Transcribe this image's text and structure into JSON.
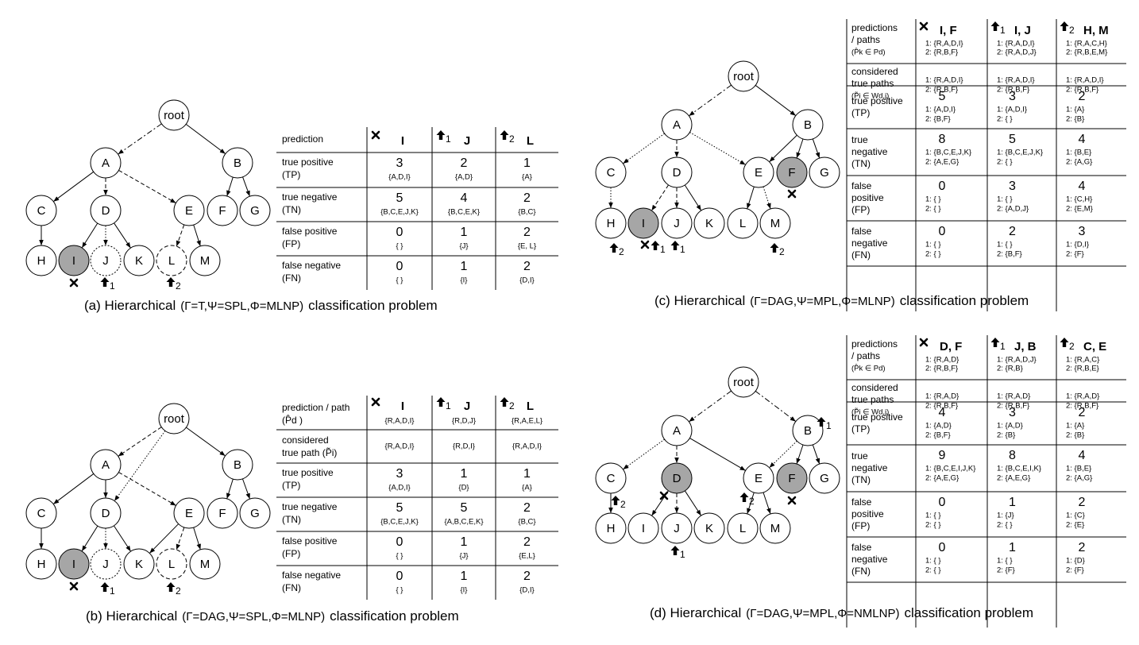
{
  "panel_a": {
    "caption": {
      "prefix": "(a) Hierarchical",
      "formula": "(Γ=T,Ψ=SPL,Φ=MLNP)",
      "suffix": "classification problem"
    },
    "nodes": {
      "root": "root",
      "A": "A",
      "B": "B",
      "C": "C",
      "D": "D",
      "E": "E",
      "F": "F",
      "G": "G",
      "H": "H",
      "I": "I",
      "J": "J",
      "K": "K",
      "L": "L",
      "M": "M"
    },
    "table": {
      "header_label": "prediction",
      "columns": [
        {
          "mark": "✖",
          "sub": "",
          "name": "I"
        },
        {
          "mark": "🠉",
          "sub": "1",
          "name": "J"
        },
        {
          "mark": "🠉",
          "sub": "2",
          "name": "L"
        }
      ],
      "rows": [
        {
          "label1": "true positive",
          "label2": "(TP)",
          "cells": [
            {
              "n": "3",
              "s": "{A,D,I}"
            },
            {
              "n": "2",
              "s": "{A,D}"
            },
            {
              "n": "1",
              "s": "{A}"
            }
          ]
        },
        {
          "label1": "true negative",
          "label2": "(TN)",
          "cells": [
            {
              "n": "5",
              "s": "{B,C,E,J,K}"
            },
            {
              "n": "4",
              "s": "{B,C,E,K}"
            },
            {
              "n": "2",
              "s": "{B,C}"
            }
          ]
        },
        {
          "label1": "false positive",
          "label2": "(FP)",
          "cells": [
            {
              "n": "0",
              "s": "{ }"
            },
            {
              "n": "1",
              "s": "{J}"
            },
            {
              "n": "2",
              "s": "{E, L}"
            }
          ]
        },
        {
          "label1": "false negative",
          "label2": "(FN)",
          "cells": [
            {
              "n": "0",
              "s": "{ }"
            },
            {
              "n": "1",
              "s": "{I}"
            },
            {
              "n": "2",
              "s": "{D,I}"
            }
          ]
        }
      ]
    }
  },
  "panel_b": {
    "caption": {
      "prefix": "(b) Hierarchical",
      "formula": "(Γ=DAG,Ψ=SPL,Φ=MLNP)",
      "suffix": "classification problem"
    },
    "nodes": {
      "root": "root",
      "A": "A",
      "B": "B",
      "C": "C",
      "D": "D",
      "E": "E",
      "F": "F",
      "G": "G",
      "H": "H",
      "I": "I",
      "J": "J",
      "K": "K",
      "L": "L",
      "M": "M"
    },
    "table": {
      "header_label1": "prediction / path",
      "header_label2": "(P̂d )",
      "columns": [
        {
          "mark": "✖",
          "sub": "",
          "name": "I",
          "path": "{R,A,D,I}"
        },
        {
          "mark": "🠉",
          "sub": "1",
          "name": "J",
          "path": "{R,D,J}"
        },
        {
          "mark": "🠉",
          "sub": "2",
          "name": "L",
          "path": "{R,A,E,L}"
        }
      ],
      "considered": {
        "label1": "considered",
        "label2": "true path (P̃i)",
        "cells": [
          "{R,A,D,I}",
          "{R,D,I}",
          "{R,A,D,I}"
        ]
      },
      "rows": [
        {
          "label1": "true positive",
          "label2": "(TP)",
          "cells": [
            {
              "n": "3",
              "s": "{A,D,I}"
            },
            {
              "n": "1",
              "s": "{D}"
            },
            {
              "n": "1",
              "s": "{A}"
            }
          ]
        },
        {
          "label1": "true negative",
          "label2": "(TN)",
          "cells": [
            {
              "n": "5",
              "s": "{B,C,E,J,K}"
            },
            {
              "n": "5",
              "s": "{A,B,C,E,K}"
            },
            {
              "n": "2",
              "s": "{B,C}"
            }
          ]
        },
        {
          "label1": "false positive",
          "label2": "(FP)",
          "cells": [
            {
              "n": "0",
              "s": "{ }"
            },
            {
              "n": "1",
              "s": "{J}"
            },
            {
              "n": "2",
              "s": "{E,L}"
            }
          ]
        },
        {
          "label1": "false negative",
          "label2": "(FN)",
          "cells": [
            {
              "n": "0",
              "s": "{ }"
            },
            {
              "n": "1",
              "s": "{I}"
            },
            {
              "n": "2",
              "s": "{D,I}"
            }
          ]
        }
      ]
    }
  },
  "panel_c": {
    "caption": {
      "prefix": "(c) Hierarchical",
      "formula": "(Γ=DAG,Ψ=MPL,Φ=MLNP)",
      "suffix": "classification problem"
    },
    "nodes": {
      "root": "root",
      "A": "A",
      "B": "B",
      "C": "C",
      "D": "D",
      "E": "E",
      "F": "F",
      "G": "G",
      "H": "H",
      "I": "I",
      "J": "J",
      "K": "K",
      "L": "L",
      "M": "M"
    },
    "table": {
      "header_label1": "predictions",
      "header_label2": "/ paths",
      "header_label3": "(P̂k ∈ Pd)",
      "columns": [
        {
          "mark": "✖",
          "sub": "",
          "name": "I, F",
          "p1": "1: {R,A,D,I}",
          "p2": "2: {R,B,F}"
        },
        {
          "mark": "🠉",
          "sub": "1",
          "name": "I, J",
          "p1": "1: {R,A,D,I}",
          "p2": "2: {R,A,D,J}"
        },
        {
          "mark": "🠉",
          "sub": "2",
          "name": "H, M",
          "p1": "1: {R,A,C,H}",
          "p2": "2: {R,B,E,M}"
        }
      ],
      "considered": {
        "label1": "considered",
        "label2": "true paths",
        "label3": "(P̃i ∈ Wd,j)",
        "cells": [
          [
            "1: {R,A,D,I}",
            "2: {R,B,F}"
          ],
          [
            "1: {R,A,D,I}",
            "2: {R,B,F}"
          ],
          [
            "1: {R,A,D,I}",
            "2: {R,B,F}"
          ]
        ]
      },
      "rows": [
        {
          "labels": [
            "true positive",
            "(TP)"
          ],
          "cells": [
            {
              "n": "5",
              "s": [
                "1: {A,D,I}",
                "2: {B,F}"
              ]
            },
            {
              "n": "3",
              "s": [
                "1: {A,D,I}",
                "2: { }"
              ]
            },
            {
              "n": "2",
              "s": [
                "1: {A}",
                "2: {B}"
              ]
            }
          ]
        },
        {
          "labels": [
            "true",
            "negative",
            "(TN)"
          ],
          "cells": [
            {
              "n": "8",
              "s": [
                "1: {B,C,E,J,K}",
                "2: {A,E,G}"
              ]
            },
            {
              "n": "5",
              "s": [
                "1: {B,C,E,J,K}",
                "2: { }"
              ]
            },
            {
              "n": "4",
              "s": [
                "1: {B,E}",
                "2: {A,G}"
              ]
            }
          ]
        },
        {
          "labels": [
            "false",
            "positive",
            "(FP)"
          ],
          "cells": [
            {
              "n": "0",
              "s": [
                "1: { }",
                "2: { }"
              ]
            },
            {
              "n": "3",
              "s": [
                "1: { }",
                "2: {A,D,J}"
              ]
            },
            {
              "n": "4",
              "s": [
                "1: {C,H}",
                "2: {E,M}"
              ]
            }
          ]
        },
        {
          "labels": [
            "false",
            "negative",
            "(FN)"
          ],
          "cells": [
            {
              "n": "0",
              "s": [
                "1: { }",
                "2: { }"
              ]
            },
            {
              "n": "2",
              "s": [
                "1: { }",
                "2: {B,F}"
              ]
            },
            {
              "n": "3",
              "s": [
                "1: {D,I}",
                "2: {F}"
              ]
            }
          ]
        }
      ]
    }
  },
  "panel_d": {
    "caption": {
      "prefix": "(d) Hierarchical",
      "formula": "(Γ=DAG,Ψ=MPL,Φ=NMLNP)",
      "suffix": "classification problem"
    },
    "nodes": {
      "root": "root",
      "A": "A",
      "B": "B",
      "C": "C",
      "D": "D",
      "E": "E",
      "F": "F",
      "G": "G",
      "H": "H",
      "I": "I",
      "J": "J",
      "K": "K",
      "L": "L",
      "M": "M"
    },
    "table": {
      "header_label1": "predictions",
      "header_label2": "/ paths",
      "header_label3": "(P̂k ∈ Pd)",
      "columns": [
        {
          "mark": "✖",
          "sub": "",
          "name": "D, F",
          "p1": "1: {R,A,D}",
          "p2": "2: {R,B,F}"
        },
        {
          "mark": "🠉",
          "sub": "1",
          "name": "J, B",
          "p1": "1: {R,A,D,J}",
          "p2": "2: {R,B}"
        },
        {
          "mark": "🠉",
          "sub": "2",
          "name": "C, E",
          "p1": "1: {R,A,C}",
          "p2": "2: {R,B,E}"
        }
      ],
      "considered": {
        "label1": "considered",
        "label2": "true paths",
        "label3": "(P̃i ∈ Wd,j)",
        "cells": [
          [
            "1: {R,A,D}",
            "2: {R,B,F}"
          ],
          [
            "1: {R,A,D}",
            "2: {R,B,F}"
          ],
          [
            "1: {R,A,D}",
            "2: {R,B,F}"
          ]
        ]
      },
      "rows": [
        {
          "labels": [
            "true positive",
            "(TP)"
          ],
          "cells": [
            {
              "n": "4",
              "s": [
                "1: {A,D}",
                "2: {B,F}"
              ]
            },
            {
              "n": "3",
              "s": [
                "1: {A,D}",
                "2: {B}"
              ]
            },
            {
              "n": "2",
              "s": [
                "1: {A}",
                "2: {B}"
              ]
            }
          ]
        },
        {
          "labels": [
            "true",
            "negative",
            "(TN)"
          ],
          "cells": [
            {
              "n": "9",
              "s": [
                "1: {B,C,E,I,J,K}",
                "2: {A,E,G}"
              ]
            },
            {
              "n": "8",
              "s": [
                "1: {B,C,E,I,K}",
                "2: {A,E,G}"
              ]
            },
            {
              "n": "4",
              "s": [
                "1: {B,E}",
                "2: {A,G}"
              ]
            }
          ]
        },
        {
          "labels": [
            "false",
            "positive",
            "(FP)"
          ],
          "cells": [
            {
              "n": "0",
              "s": [
                "1: { }",
                "2: { }"
              ]
            },
            {
              "n": "1",
              "s": [
                "1: {J}",
                "2: { }"
              ]
            },
            {
              "n": "2",
              "s": [
                "1: {C}",
                "2: {E}"
              ]
            }
          ]
        },
        {
          "labels": [
            "false",
            "negative",
            "(FN)"
          ],
          "cells": [
            {
              "n": "0",
              "s": [
                "1: { }",
                "2: { }"
              ]
            },
            {
              "n": "1",
              "s": [
                "1: { }",
                "2: {F}"
              ]
            },
            {
              "n": "2",
              "s": [
                "1: {D}",
                "2: {F}"
              ]
            }
          ]
        }
      ]
    }
  }
}
